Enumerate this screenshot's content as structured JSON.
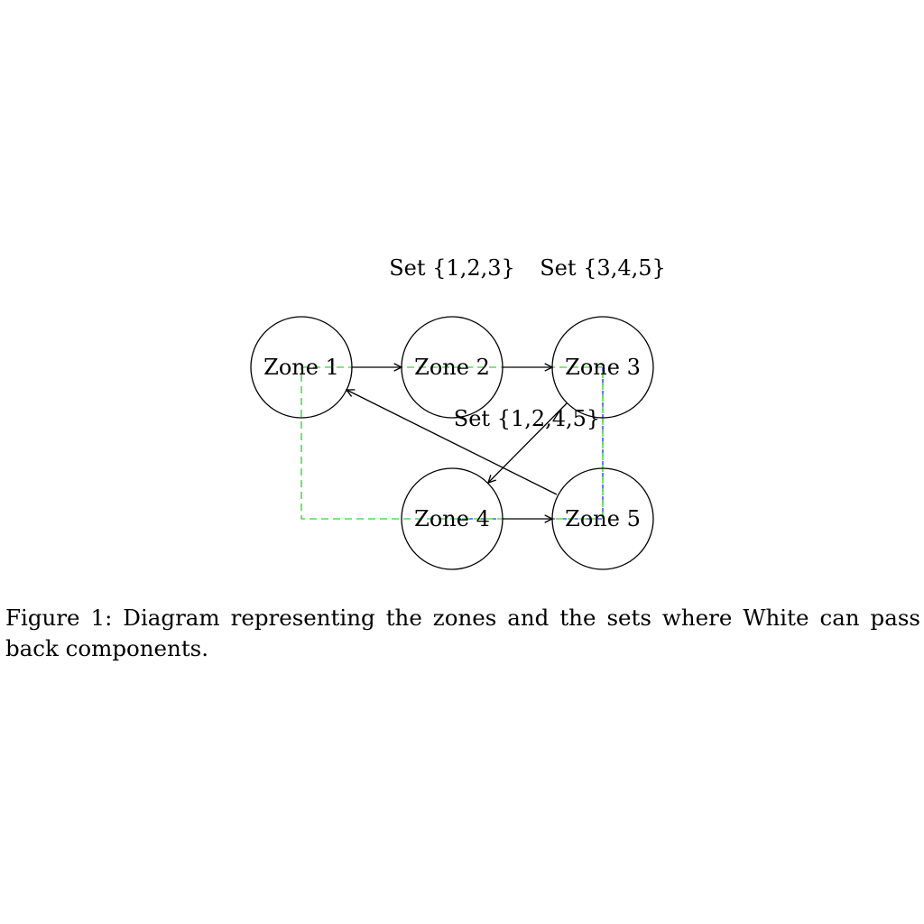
{
  "diagram": {
    "zones": [
      {
        "id": "1",
        "label": "Zone 1"
      },
      {
        "id": "2",
        "label": "Zone 2"
      },
      {
        "id": "3",
        "label": "Zone 3"
      },
      {
        "id": "4",
        "label": "Zone 4"
      },
      {
        "id": "5",
        "label": "Zone 5"
      }
    ],
    "set_labels": [
      {
        "text": "Set {1,2,3}"
      },
      {
        "text": "Set {3,4,5}"
      },
      {
        "text": "Set {1,2,4,5}"
      }
    ],
    "arrows": [
      {
        "from": "1",
        "to": "2"
      },
      {
        "from": "2",
        "to": "3"
      },
      {
        "from": "3",
        "to": "4"
      },
      {
        "from": "4",
        "to": "5"
      },
      {
        "from": "5",
        "to": "1"
      }
    ],
    "set_colors": {
      "set_123": "#ff0000",
      "set_345": "#0000ff",
      "set_1245": "#00cc00"
    }
  },
  "caption": {
    "text": "Figure 1: Diagram representing the zones and the sets where White can pass back components."
  }
}
